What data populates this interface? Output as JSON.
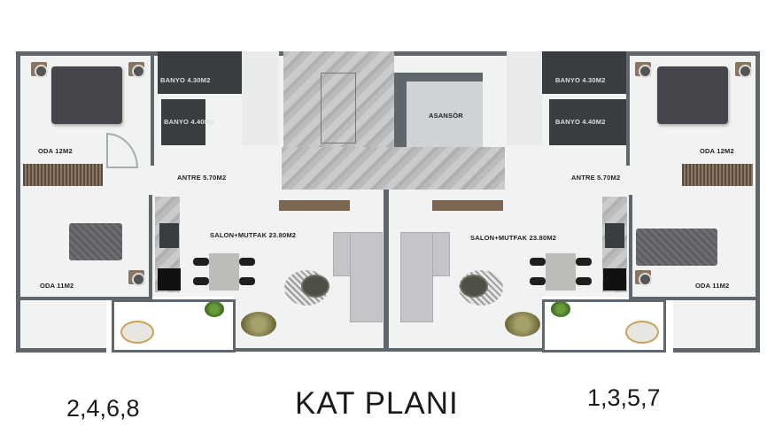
{
  "title": "KAT PLANI",
  "left_unit": {
    "numbers": "2,4,6,8",
    "rooms": {
      "bedroom_large": "ODA 12M2",
      "bedroom_small": "ODA 11M2",
      "bathroom_1": "BANYO 4.30M2",
      "bathroom_2": "BANYO 4.40M2",
      "hall": "ANTRE 5.70M2",
      "living_kitchen": "SALON+MUTFAK 23.80M2"
    }
  },
  "right_unit": {
    "numbers": "1,3,5,7",
    "rooms": {
      "bedroom_large": "ODA 12M2",
      "bedroom_small": "ODA 11M2",
      "bathroom_1": "BANYO 4.30M2",
      "bathroom_2": "BANYO 4.40M2",
      "hall": "ANTRE 5.70M2",
      "living_kitchen": "SALON+MUTFAK 23.80M2"
    }
  },
  "core": {
    "elevator": "ASANSÖR"
  }
}
